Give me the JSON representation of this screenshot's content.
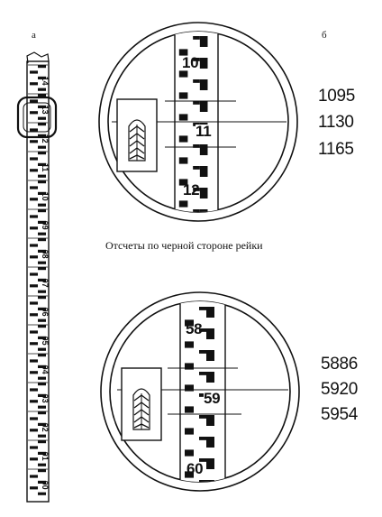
{
  "panel_a": {
    "label": "а",
    "staff_numbers": [
      "14",
      "13",
      "12",
      "11",
      "10",
      "09",
      "08",
      "07",
      "06",
      "05",
      "04",
      "03",
      "02",
      "01",
      "00"
    ]
  },
  "panel_b": {
    "label": "б",
    "caption": "Отсчеты по черной стороне рейки",
    "view_top": {
      "staff_numbers": [
        "10",
        "11",
        "12"
      ],
      "readings": [
        "1095",
        "1130",
        "1165"
      ]
    },
    "view_bottom": {
      "staff_numbers": [
        "58",
        "59",
        "60"
      ],
      "readings": [
        "5886",
        "5920",
        "5954"
      ]
    }
  }
}
